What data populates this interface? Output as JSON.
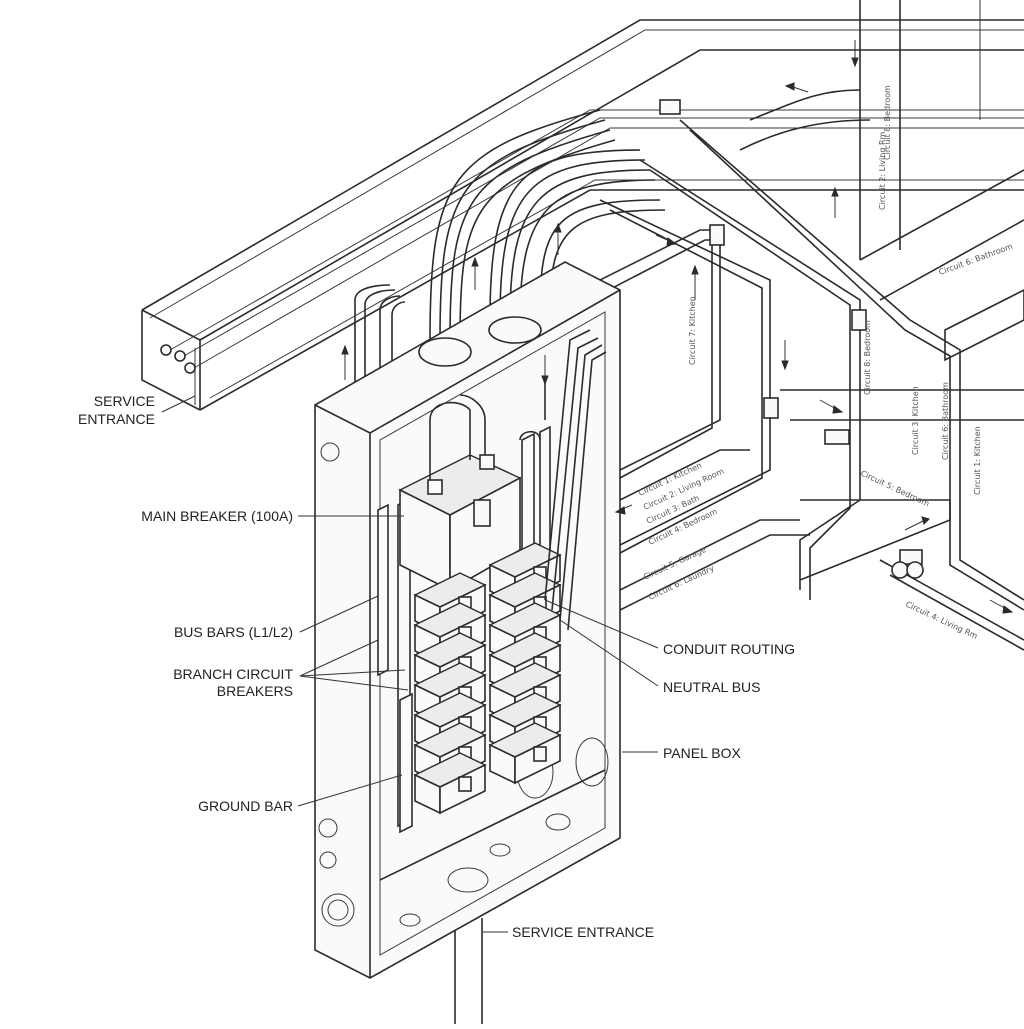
{
  "labels": {
    "service_entrance_top_line1": "SERVICE",
    "service_entrance_top_line2": "ENTRANCE",
    "main_breaker": "MAIN BREAKER (100A)",
    "bus_bars": "BUS BARS (L1/L2)",
    "branch_breakers_line1": "BRANCH CIRCUIT",
    "branch_breakers_line2": "BREAKERS",
    "ground_bar": "GROUND BAR",
    "conduit_routing": "CONDUIT ROUTING",
    "neutral_bus": "NEUTRAL BUS",
    "panel_box": "PANEL BOX",
    "service_entrance_bottom": "SERVICE ENTRANCE"
  },
  "circuit_tags": [
    "Circuit 1: Kitchen",
    "Circuit 2: Living Room",
    "Circuit 3: Bath",
    "Circuit 4: Bedroom",
    "Circuit 5: Garage",
    "Circuit 6: Laundry",
    "Circuit 7: Kitchen",
    "Circuit 8: Bedroom",
    "Circuit 2: Living Rm",
    "Circuit 3: Kitchen",
    "Circuit 6: Bathroom",
    "Circuit 1: Kitchen",
    "Circuit 5: Bedroom",
    "Circuit 4: Living Rm",
    "Circuit 6: Bathroom",
    "Circuit 8: Bedroom"
  ],
  "colors": {
    "ink": "#2b2b2b",
    "paper": "#ffffff"
  }
}
